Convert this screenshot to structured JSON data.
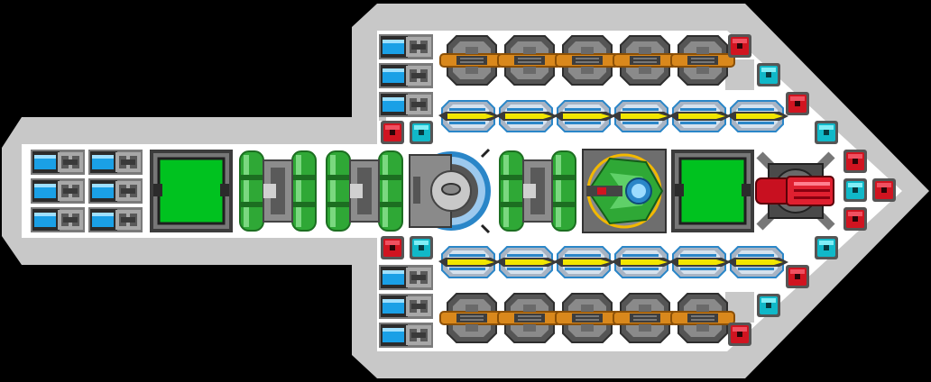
{
  "scene": {
    "background": "#000000",
    "hull_light": "#c8c8c8",
    "hull_dark": "#8c8c8c",
    "deck": "#ffffff"
  },
  "palette": {
    "thruster_blue": "#1aa0e6",
    "frame_gray": "#6e6e6e",
    "plate_gray": "#9a9a9a",
    "cannon_orange": "#d9881c",
    "laser_yellow": "#f2e600",
    "laser_blue": "#2a86c8",
    "tank_green": "#2fa836",
    "screen_green": "#00c21f",
    "node_red": "#d01420",
    "node_cyan": "#10b8c8",
    "turret_red": "#c81020",
    "shield_blue": "#38a0e0"
  },
  "modules": {
    "rear_thrusters": {
      "icon": "thruster-icon",
      "cols": 2,
      "rows": 3
    },
    "upper_thrusters": {
      "icon": "thruster-icon",
      "count": 3
    },
    "lower_thrusters": {
      "icon": "thruster-icon",
      "count": 3
    },
    "upper_cannons": {
      "icon": "cannon-icon",
      "count": 5
    },
    "lower_cannons": {
      "icon": "cannon-icon",
      "count": 5
    },
    "upper_lasers": {
      "icon": "laser-icon",
      "count": 6
    },
    "lower_lasers": {
      "icon": "laser-icon",
      "count": 6
    },
    "fuel_tanks": {
      "icon": "fuel-tank-icon",
      "count": 3
    },
    "control_screens": {
      "icon": "green-screen-icon",
      "count": 2
    },
    "shield_generator": {
      "icon": "shield-generator-icon"
    },
    "cockpit": {
      "icon": "cockpit-icon"
    },
    "nose_turret": {
      "icon": "red-turret-icon"
    },
    "power_nodes": {
      "icons": [
        "red-node-icon",
        "cyan-node-icon"
      ]
    }
  }
}
